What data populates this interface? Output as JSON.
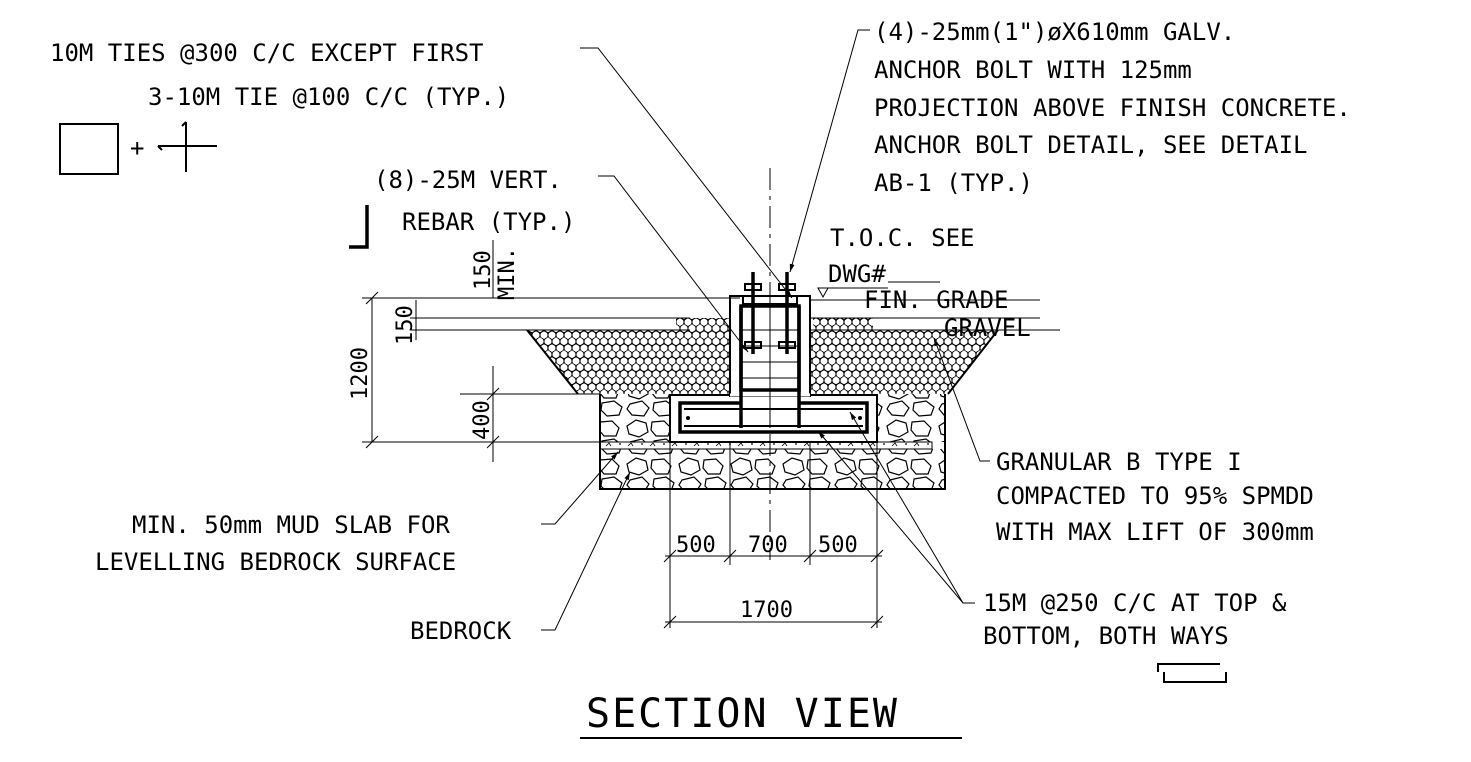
{
  "notes": {
    "ties_1": "10M TIES @300 C/C EXCEPT FIRST",
    "ties_2": "3-10M TIE @100 C/C (TYP.)",
    "ties_plus": "+",
    "vert_1": "(8)-25M VERT.",
    "vert_2": "REBAR (TYP.)",
    "anchor_1": "(4)-25mm(1\")øX610mm GALV.",
    "anchor_2": "ANCHOR BOLT WITH 125mm",
    "anchor_3": "PROJECTION ABOVE FINISH CONCRETE.",
    "anchor_4": "ANCHOR BOLT DETAIL, SEE DETAIL",
    "anchor_5": "AB-1 (TYP.)",
    "toc_1": "T.O.C. SEE",
    "toc_2": "DWG#",
    "fin_grade": "FIN. GRADE",
    "gravel": "GRAVEL",
    "granular_1": "GRANULAR B TYPE I",
    "granular_2": "COMPACTED TO 95% SPMDD",
    "granular_3": "WITH MAX LIFT OF 300mm",
    "mud_1": "MIN. 50mm MUD SLAB FOR",
    "mud_2": "LEVELLING BEDROCK SURFACE",
    "bedrock": "BEDROCK",
    "rebar15_1": "15M @250 C/C AT TOP &",
    "rebar15_2": "BOTTOM, BOTH WAYS"
  },
  "dimensions": {
    "dim_150_min": "150",
    "min_label": "MIN.",
    "dim_150": "150",
    "dim_1200": "1200",
    "dim_400": "400",
    "dim_500_left": "500",
    "dim_700": "700",
    "dim_500_right": "500",
    "dim_1700": "1700"
  },
  "title": "SECTION VIEW"
}
